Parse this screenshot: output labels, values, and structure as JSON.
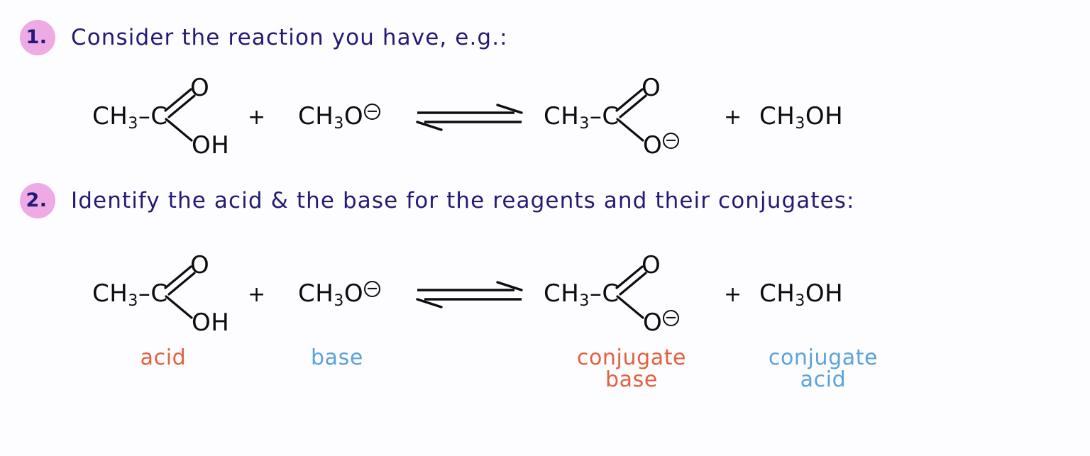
{
  "page": {
    "background_color": "#fdfdff",
    "ink_color": "#231b75",
    "structure_color": "#0d0d0d",
    "acid_color": "#e2613f",
    "base_color": "#5aa3dc",
    "badge_color": "#eeaae4"
  },
  "steps": [
    {
      "number": "1.",
      "text": "Consider the reaction you have, e.g.:"
    },
    {
      "number": "2.",
      "text": "Identify the acid & the base for the reagents and their conjugates:"
    }
  ],
  "equations": [
    {
      "reactant_1": {
        "alkyl": "CH",
        "alkyl_sub": "3",
        "bond": "–",
        "carbon": "C",
        "double_bond_atom": "O",
        "single_bond_group": "OH"
      },
      "plus_1": "+",
      "reactant_2": {
        "formula": "CH",
        "formula_sub": "3",
        "formula_tail": "O",
        "charge": "minus-circle"
      },
      "arrow": "equilibrium",
      "product_1": {
        "alkyl": "CH",
        "alkyl_sub": "3",
        "bond": "–",
        "carbon": "C",
        "double_bond_atom": "O",
        "single_bond_group": "O",
        "charge": "minus-circle"
      },
      "plus_2": "+",
      "product_2": {
        "formula": "CH",
        "formula_sub": "3",
        "formula_tail": "OH"
      }
    },
    {
      "reactant_1": {
        "alkyl": "CH",
        "alkyl_sub": "3",
        "bond": "–",
        "carbon": "C",
        "double_bond_atom": "O",
        "single_bond_group": "OH"
      },
      "plus_1": "+",
      "reactant_2": {
        "formula": "CH",
        "formula_sub": "3",
        "formula_tail": "O",
        "charge": "minus-circle"
      },
      "arrow": "equilibrium",
      "product_1": {
        "alkyl": "CH",
        "alkyl_sub": "3",
        "bond": "–",
        "carbon": "C",
        "double_bond_atom": "O",
        "single_bond_group": "O",
        "charge": "minus-circle"
      },
      "plus_2": "+",
      "product_2": {
        "formula": "CH",
        "formula_sub": "3",
        "formula_tail": "OH"
      }
    }
  ],
  "role_labels": {
    "reactant_acid": "acid",
    "reactant_base": "base",
    "product_conjugate_base": "conjugate\nbase",
    "product_conjugate_acid": "conjugate\nacid"
  }
}
